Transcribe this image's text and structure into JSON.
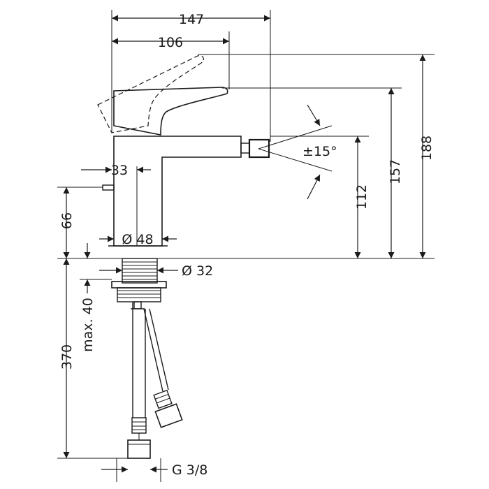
{
  "dimensions": {
    "width_147": "147",
    "width_106": "106",
    "offset_33": "33",
    "diameter_48": "Ø 48",
    "diameter_32": "Ø 32",
    "angle": "±15°",
    "height_188": "188",
    "height_157": "157",
    "height_112": "112",
    "height_66": "66",
    "hose_370": "370",
    "max_40": "max. 40",
    "thread": "G 3/8"
  },
  "colors": {
    "ink": "#1a1a1a",
    "background": "#ffffff"
  }
}
